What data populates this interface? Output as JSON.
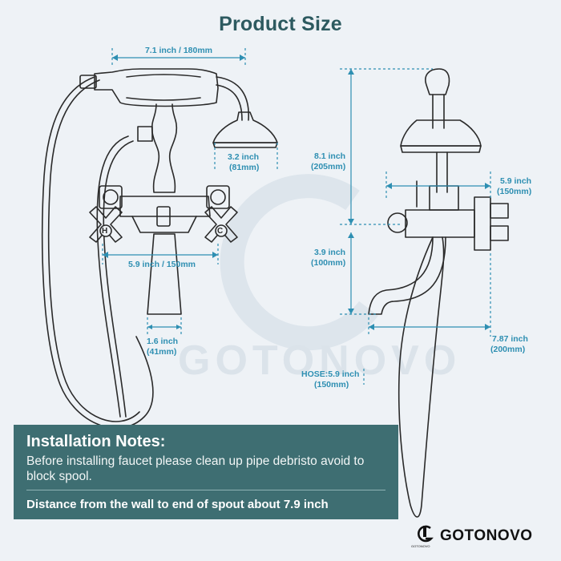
{
  "title": "Product Size",
  "watermark": "GOTONOVO",
  "dimensions": {
    "width_top": "7.1 inch / 180mm",
    "shower_head_in": "3.2 inch",
    "shower_head_mm": "(81mm)",
    "centers": "5.9 inch / 150mm",
    "spout_width_in": "1.6 inch",
    "spout_width_mm": "(41mm)",
    "height_upper_in": "8.1 inch",
    "height_upper_mm": "(205mm)",
    "height_lower_in": "3.9 inch",
    "height_lower_mm": "(100mm)",
    "depth_in": "5.9 inch",
    "depth_mm": "(150mm)",
    "reach_in": "7.87 inch",
    "reach_mm": "(200mm)",
    "hose_in": "HOSE:5.9 inch",
    "hose_mm": "(150mm)"
  },
  "handles": {
    "hot": "H",
    "cold": "C"
  },
  "notes": {
    "heading": "Installation Notes:",
    "body": "Before installing faucet please clean up pipe debristo avoid to block spool.",
    "highlight": "Distance from the wall to end of spout about 7.9 inch"
  },
  "brand": {
    "name": "GOTONOVO",
    "logo_small": "GOTONOVO"
  },
  "colors": {
    "title": "#2d5a60",
    "dimension": "#2e8fb2",
    "notes_bg": "#3e6e72",
    "line": "#2a2a2a"
  }
}
